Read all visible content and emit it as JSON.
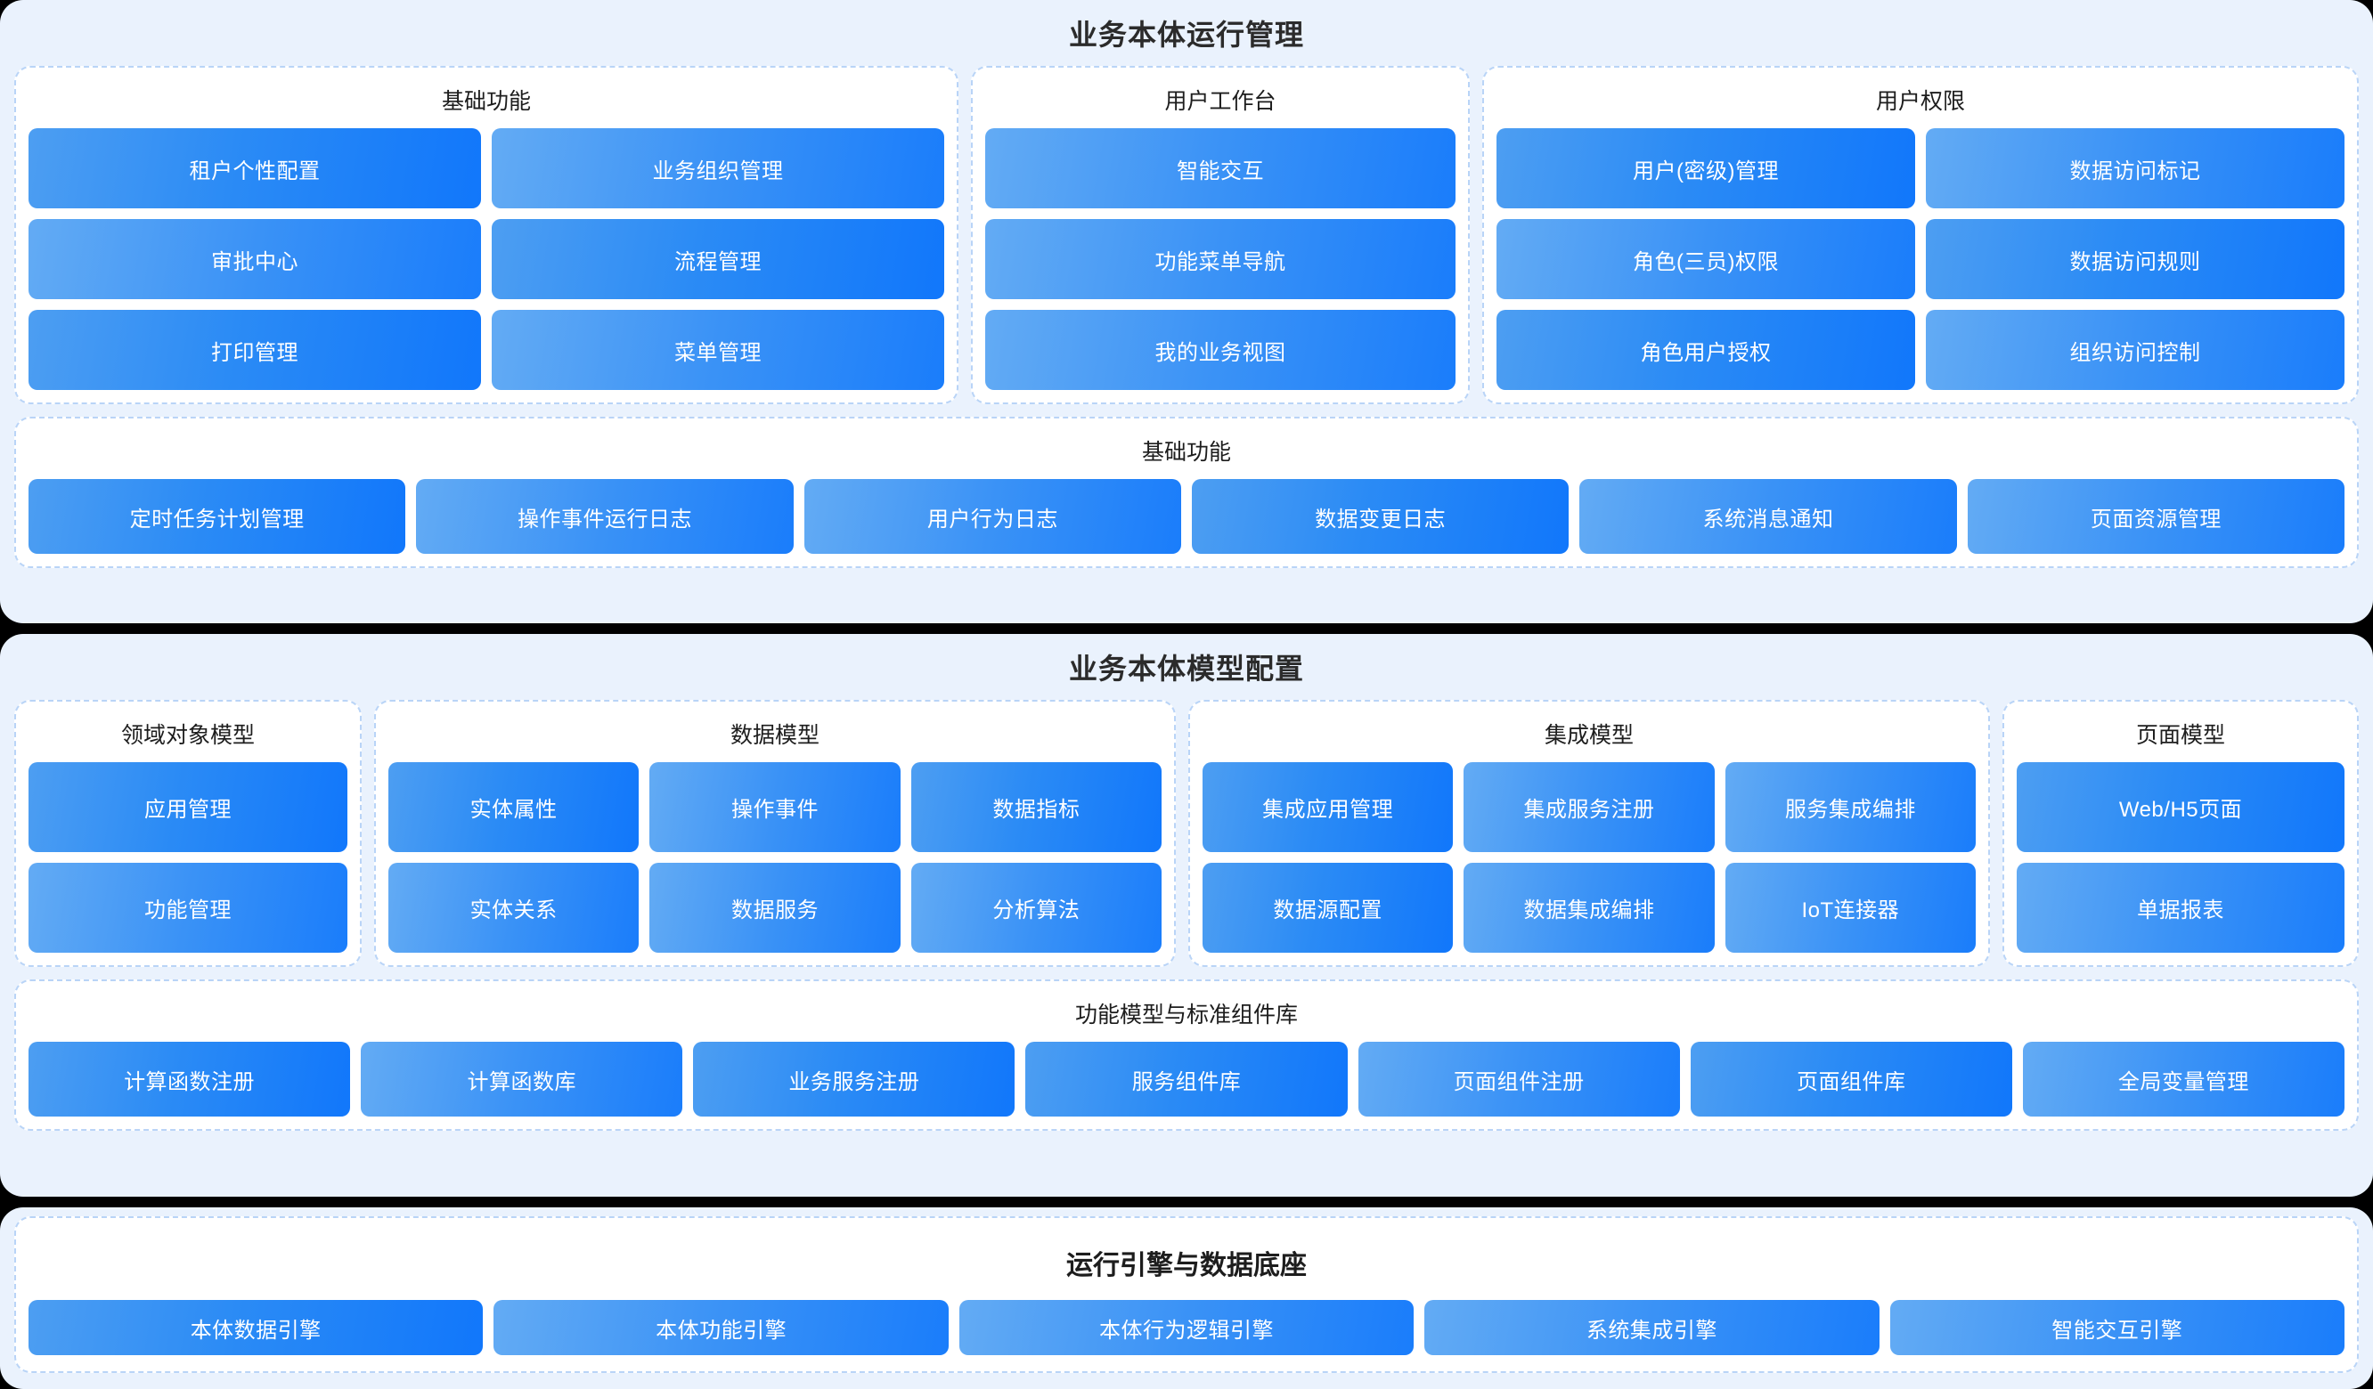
{
  "theme": {
    "page_background": "#000000",
    "band_background": "#eaf2fd",
    "panel_background": "#ffffff",
    "panel_border": "#b9d4f7",
    "chip_gradient_from": "#4d9ef2",
    "chip_gradient_to": "#1177fb",
    "chip_text": "#ffffff",
    "title_text": "#2b2b2b"
  },
  "sections": [
    {
      "title": "业务本体运行管理",
      "panels": [
        {
          "title": "基础功能",
          "items": [
            "租户个性配置",
            "业务组织管理",
            "审批中心",
            "流程管理",
            "打印管理",
            "菜单管理"
          ]
        },
        {
          "title": "用户工作台",
          "items": [
            "智能交互",
            "功能菜单导航",
            "我的业务视图"
          ]
        },
        {
          "title": "用户权限",
          "items": [
            "用户(密级)管理",
            "数据访问标记",
            "角色(三员)权限",
            "数据访问规则",
            "角色用户授权",
            "组织访问控制"
          ]
        }
      ],
      "wide_panel": {
        "title": "基础功能",
        "items": [
          "定时任务计划管理",
          "操作事件运行日志",
          "用户行为日志",
          "数据变更日志",
          "系统消息通知",
          "页面资源管理"
        ]
      }
    },
    {
      "title": "业务本体模型配置",
      "panels": [
        {
          "title": "领域对象模型",
          "items": [
            "应用管理",
            "功能管理"
          ]
        },
        {
          "title": "数据模型",
          "items": [
            "实体属性",
            "操作事件",
            "数据指标",
            "实体关系",
            "数据服务",
            "分析算法"
          ]
        },
        {
          "title": "集成模型",
          "items": [
            "集成应用管理",
            "集成服务注册",
            "服务集成编排",
            "数据源配置",
            "数据集成编排",
            "IoT连接器"
          ]
        },
        {
          "title": "页面模型",
          "items": [
            "Web/H5页面",
            "单据报表"
          ]
        }
      ],
      "wide_panel": {
        "title": "功能模型与标准组件库",
        "items": [
          "计算函数注册",
          "计算函数库",
          "业务服务注册",
          "服务组件库",
          "页面组件注册",
          "页面组件库",
          "全局变量管理"
        ]
      }
    },
    {
      "title": "运行引擎与数据底座",
      "panels": [],
      "wide_panel": {
        "title": "",
        "items": [
          "本体数据引擎",
          "本体功能引擎",
          "本体行为逻辑引擎",
          "系统集成引擎",
          "智能交互引擎"
        ]
      }
    }
  ]
}
